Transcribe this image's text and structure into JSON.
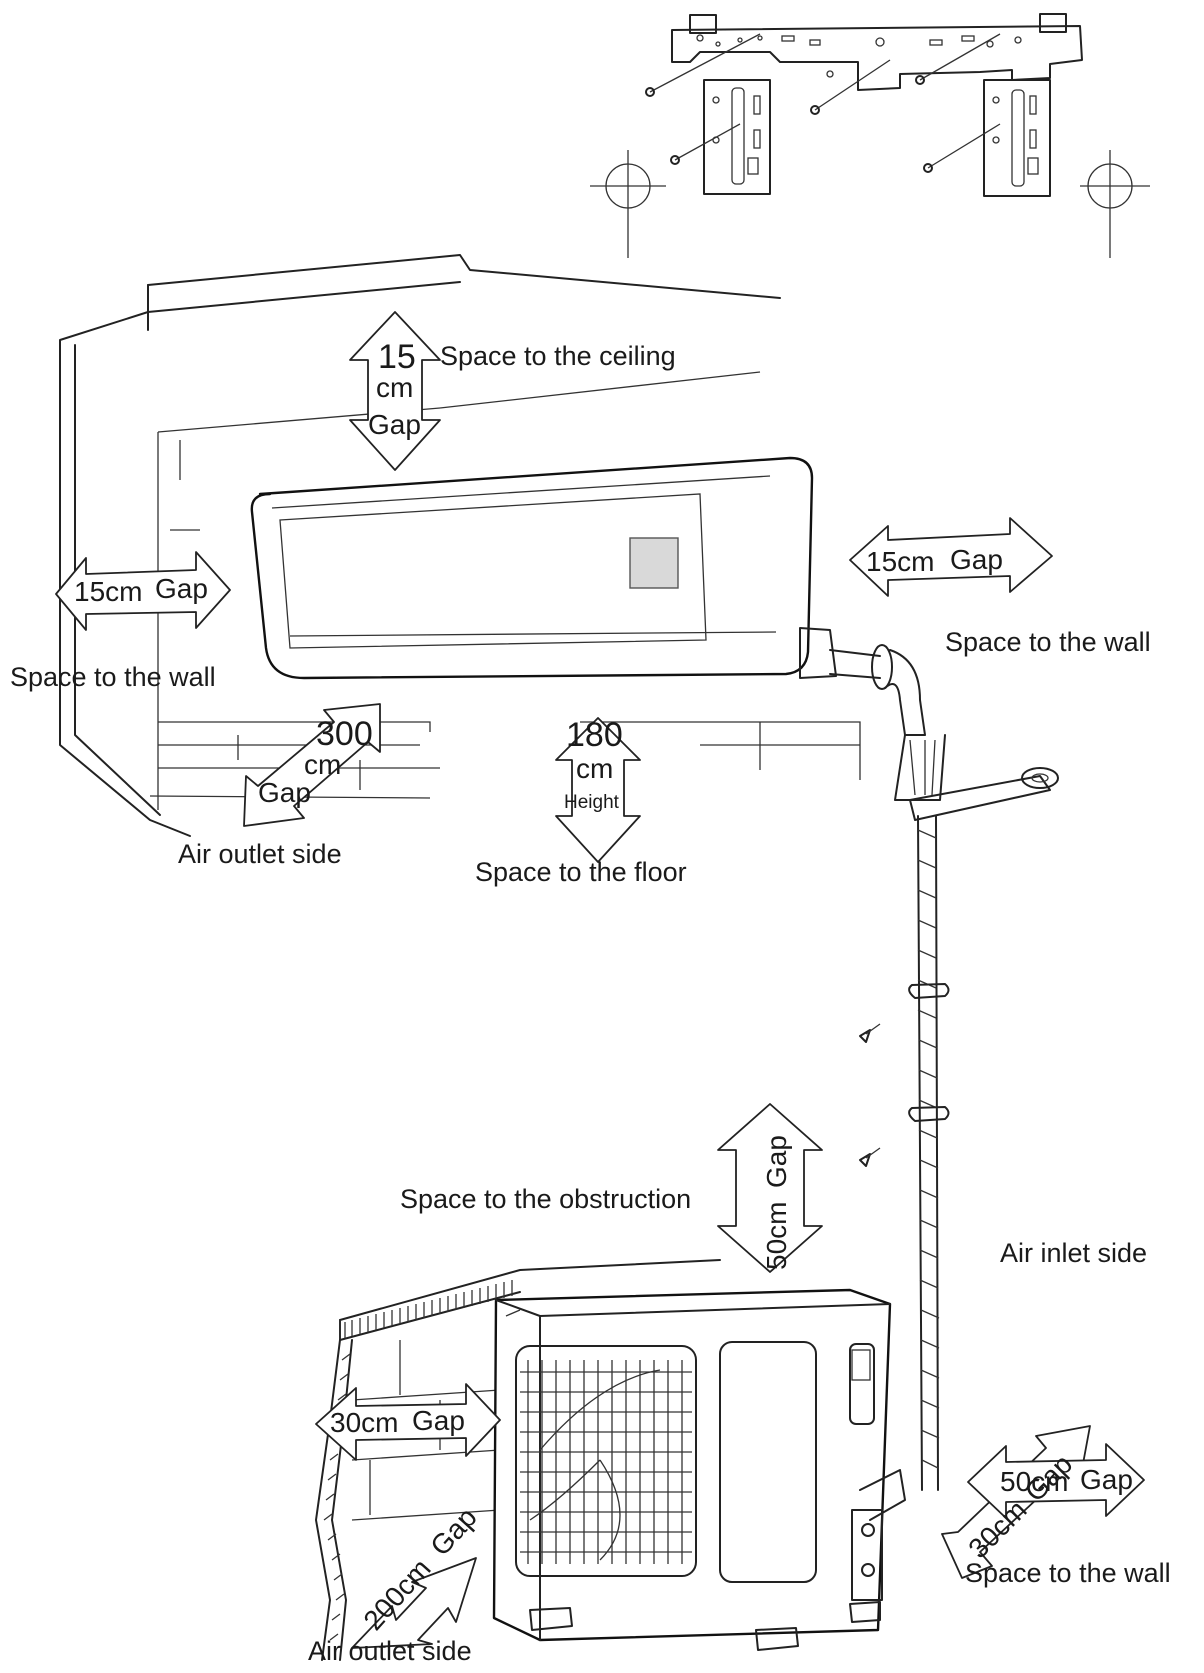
{
  "labels": {
    "space_ceiling": "Space to the ceiling",
    "space_wall_right_top": "Space to the wall",
    "space_wall_left": "Space to the wall",
    "air_outlet_indoor": "Air outlet side",
    "space_floor": "Space to the floor",
    "space_obstruction": "Space to the obstruction",
    "air_inlet_outdoor": "Air inlet side",
    "space_wall_outdoor": "Space to the wall",
    "air_outlet_outdoor": "Air outlet side"
  },
  "gaps": {
    "ceiling": {
      "value": "15",
      "unit": "cm",
      "word": "Gap"
    },
    "indoor_left_wall": {
      "value": "15cm",
      "word": "Gap"
    },
    "indoor_right_wall": {
      "value": "15cm",
      "word": "Gap"
    },
    "indoor_outlet": {
      "value": "300",
      "unit": "cm",
      "word": "Gap"
    },
    "floor": {
      "value": "180",
      "unit": "cm",
      "word": "Height"
    },
    "obstruction": {
      "value": "50cm",
      "word": "Gap"
    },
    "outdoor_left": {
      "value": "30cm",
      "word": "Gap"
    },
    "outdoor_outlet": {
      "value": "200cm",
      "word": "Gap"
    },
    "outdoor_inlet": {
      "value": "30cm",
      "word": "Gap"
    },
    "outdoor_wall": {
      "value": "50cm",
      "word": "Gap"
    }
  }
}
